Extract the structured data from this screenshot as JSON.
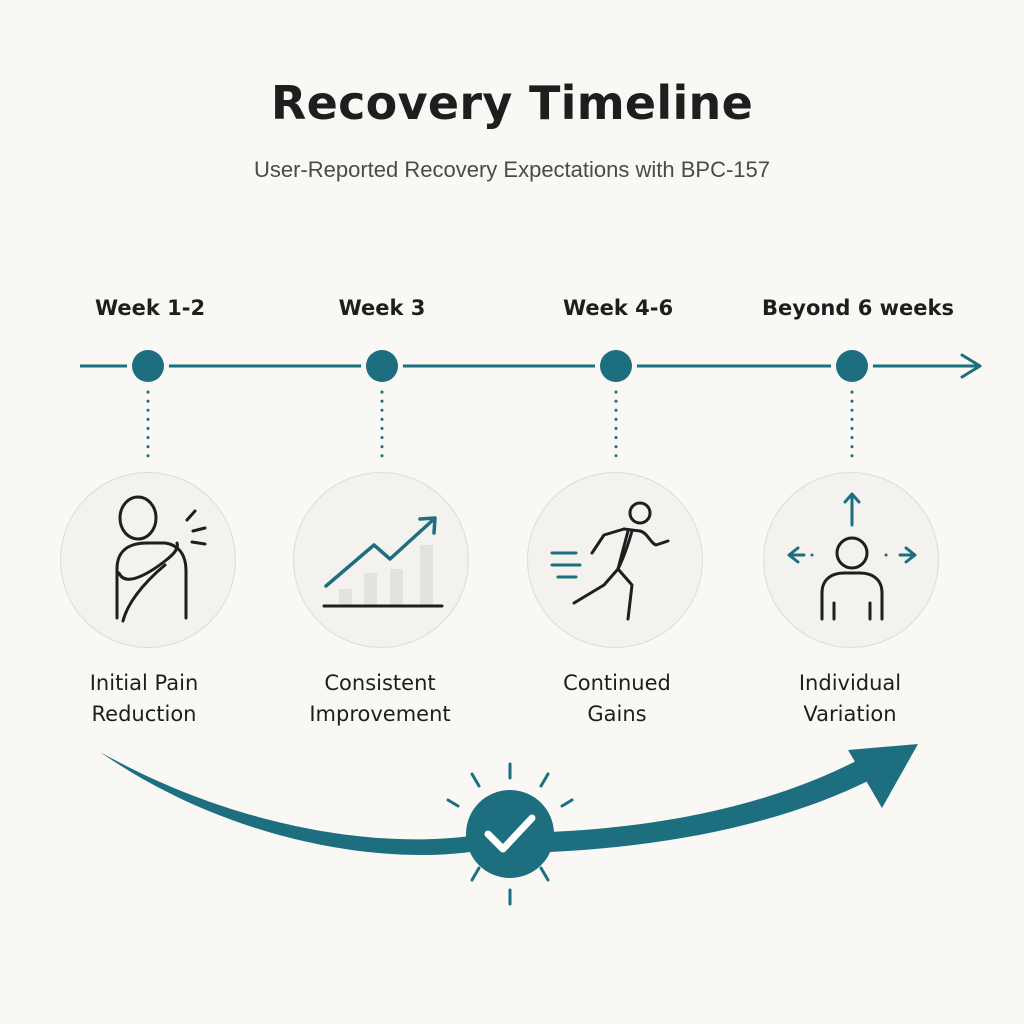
{
  "title": "Recovery Timeline",
  "subtitle": "User-Reported Recovery Expectations with BPC-157",
  "colors": {
    "accent": "#1d6f80",
    "text": "#1e1e1e",
    "muted": "#4a4a4a",
    "background": "#f9f8f4",
    "circle_fill": "#f3f2ee",
    "circle_border": "#dddcd7"
  },
  "stages": [
    {
      "week": "Week 1-2",
      "label_line1": "Initial Pain",
      "label_line2": "Reduction",
      "icon": "shoulder-pain-icon"
    },
    {
      "week": "Week 3",
      "label_line1": "Consistent",
      "label_line2": "Improvement",
      "icon": "trend-chart-icon"
    },
    {
      "week": "Week 4-6",
      "label_line1": "Continued",
      "label_line2": "Gains",
      "icon": "running-person-icon"
    },
    {
      "week": "Beyond 6 weeks",
      "label_line1": "Individual",
      "label_line2": "Variation",
      "icon": "person-variation-icon"
    }
  ],
  "bottom_icon": "check-badge-icon"
}
